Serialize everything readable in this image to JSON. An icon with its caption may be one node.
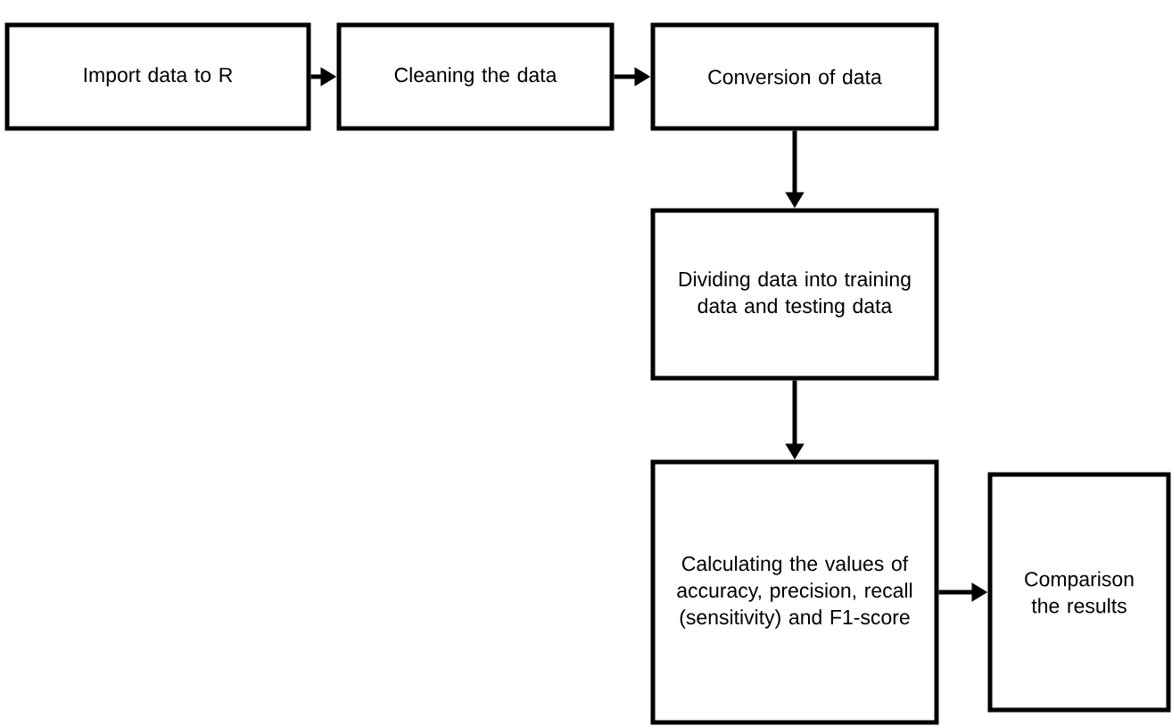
{
  "diagram": {
    "nodes": [
      {
        "text": [
          "Import data to R"
        ]
      },
      {
        "text": [
          "Cleaning the data"
        ]
      },
      {
        "text": [
          "Conversion of data"
        ]
      },
      {
        "text": [
          "Dividing data into training data and testing data"
        ]
      },
      {
        "text": [
          "Calculating the values of accuracy, precision, recall (sensitivity) and F1-score"
        ]
      },
      {
        "text": [
          "Comparison the results"
        ]
      }
    ],
    "edges": [
      {
        "from": 0,
        "to": 1,
        "arrow": "to"
      },
      {
        "from": 1,
        "to": 2,
        "arrow": "to"
      },
      {
        "from": 2,
        "to": 3,
        "arrow": "to"
      },
      {
        "from": 3,
        "to": 4,
        "arrow": "to"
      },
      {
        "from": 4,
        "to": 5,
        "arrow": "to"
      }
    ]
  }
}
